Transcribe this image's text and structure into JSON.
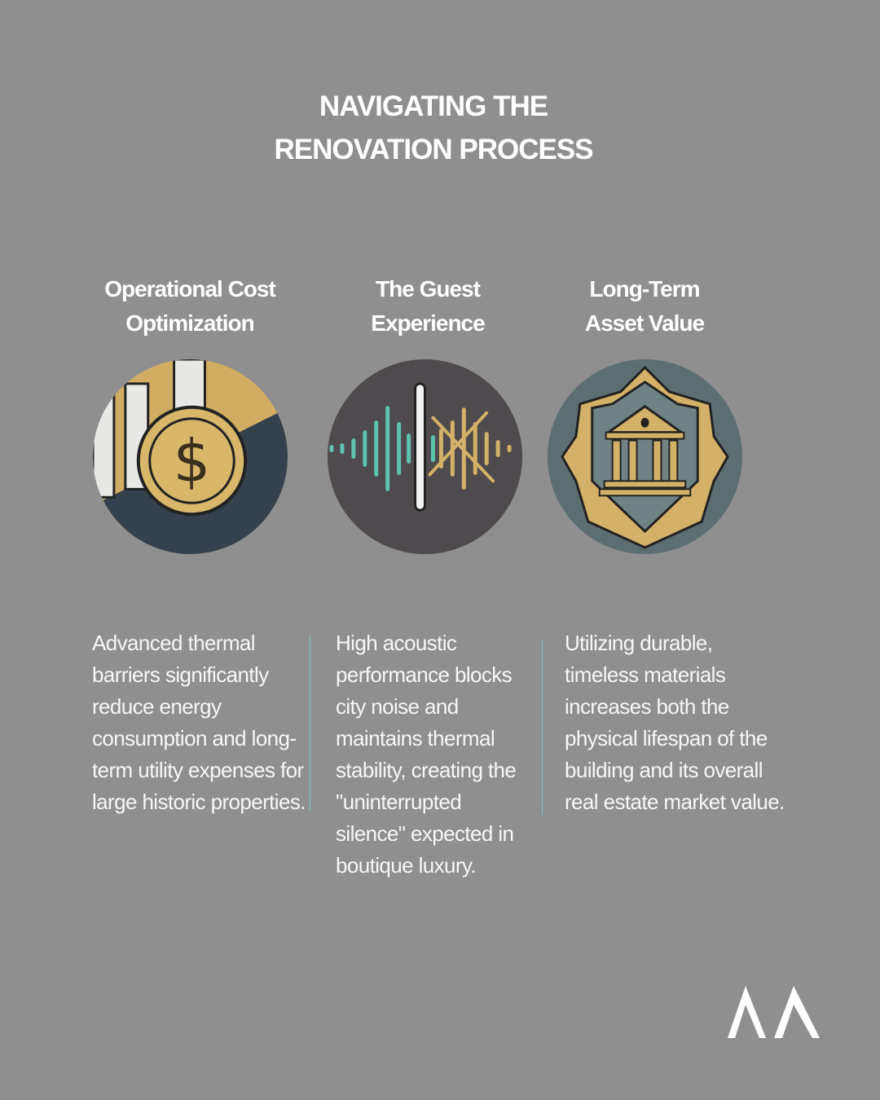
{
  "title": {
    "line1": "NAVIGATING THE",
    "line2": "RENOVATION PROCESS"
  },
  "columns": [
    {
      "heading1": "Operational Cost",
      "heading2": "Optimization",
      "icon": "coin-bar-chart-icon",
      "body": "Advanced thermal barriers significantly reduce energy consumption and long-term utility expenses for large historic properties."
    },
    {
      "heading1": "The Guest",
      "heading2": "Experience",
      "icon": "sound-wave-blocked-icon",
      "body": "High acoustic performance blocks city noise and maintains thermal stability, creating the \"uninterrupted silence\" expected in boutique luxury."
    },
    {
      "heading1": "Long-Term",
      "heading2": "Asset Value",
      "icon": "shield-building-icon",
      "body": "Utilizing durable, timeless materials increases both the physical lifespan of the building and its overall real estate market value."
    }
  ],
  "logo": {
    "text": "AA"
  },
  "colors": {
    "background": "#8f8f8f",
    "accent": "#7fc3c4",
    "gold": "#d4b168",
    "navy": "#35414c"
  }
}
